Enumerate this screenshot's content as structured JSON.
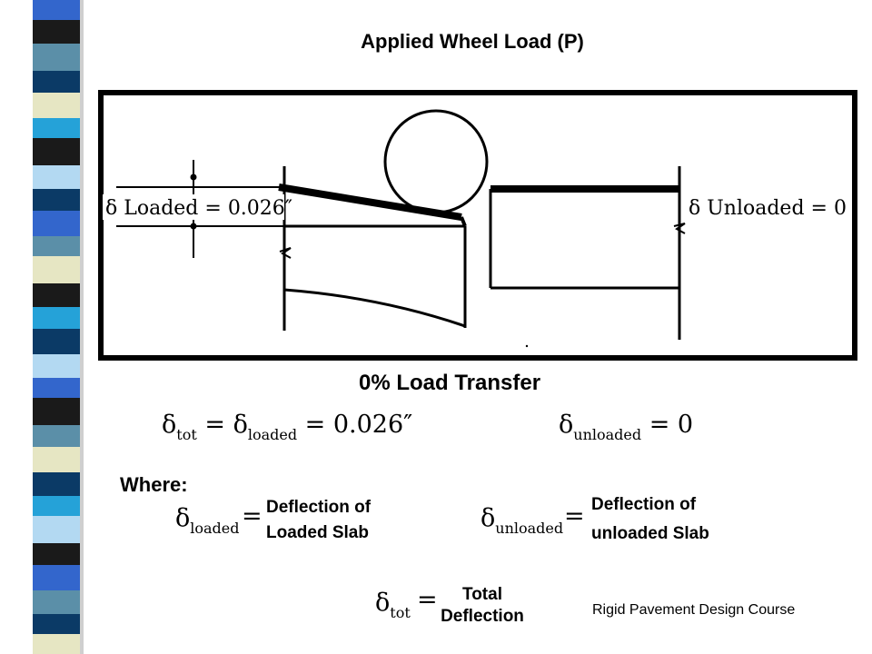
{
  "title": "Applied Wheel Load (P)",
  "diagram": {
    "loaded_label": "δ Loaded = 0.026″",
    "unloaded_label": "δ Unloaded = 0"
  },
  "subtitle": "0% Load Transfer",
  "equations": {
    "tot_loaded": {
      "d1": "δ",
      "s1": "tot",
      "eq1": " = ",
      "d2": "δ",
      "s2": "loaded",
      "rest": " = 0.026″"
    },
    "unloaded": {
      "d": "δ",
      "s": "unloaded",
      "rest": " = 0"
    }
  },
  "where_label": "Where:",
  "definitions": {
    "loaded": {
      "symbol": "δ",
      "sub": "loaded",
      "eq": "=",
      "line1": "Deflection of",
      "line2": "Loaded Slab"
    },
    "unloaded": {
      "symbol": "δ",
      "sub": "unloaded",
      "eq": "=",
      "line1": "Deflection of",
      "line2": "unloaded Slab"
    },
    "total": {
      "symbol": "δ",
      "sub": "tot",
      "eq": "=",
      "line1": "Total",
      "line2": "Deflection"
    }
  },
  "footer": "Rigid Pavement Design Course",
  "colors": {
    "stripes": [
      "#3366cc",
      "#1a1a1a",
      "#5b8fa8",
      "#0b3a66",
      "#e6e6c3",
      "#25a2d8",
      "#b3d9f2",
      "#0f0f0f"
    ]
  }
}
